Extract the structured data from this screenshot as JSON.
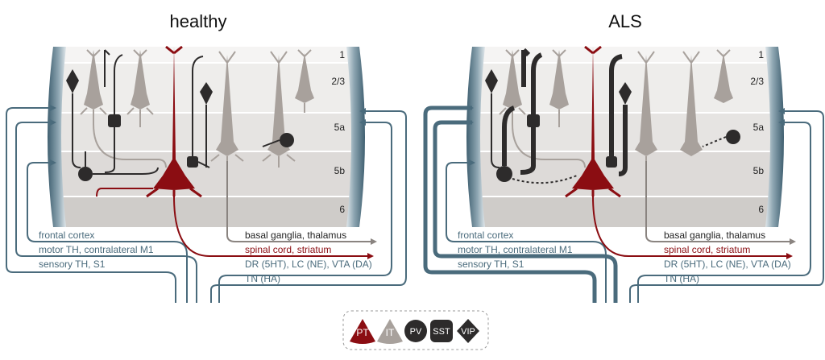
{
  "panels": [
    {
      "title": "healthy"
    },
    {
      "title": "ALS"
    }
  ],
  "layers": [
    "1",
    "2/3",
    "5a",
    "5b",
    "6"
  ],
  "inputs": [
    "frontal cortex",
    "motor TH, contralateral M1",
    "sensory TH, S1"
  ],
  "outputs": {
    "basal": "basal ganglia, thalamus",
    "spinal": "spinal cord, striatum",
    "dr": "DR (5HT), LC (NE), VTA (DA)",
    "tn": "TN (HA)"
  },
  "legend": [
    "PT",
    "IT",
    "PV",
    "SST",
    "VIP"
  ],
  "colors": {
    "pt": "#8b0d12",
    "it": "#a8a19c",
    "inhibitory": "#2d2b2b",
    "axon_input": "#4a6b7c",
    "output_gray": "#8a8480"
  }
}
